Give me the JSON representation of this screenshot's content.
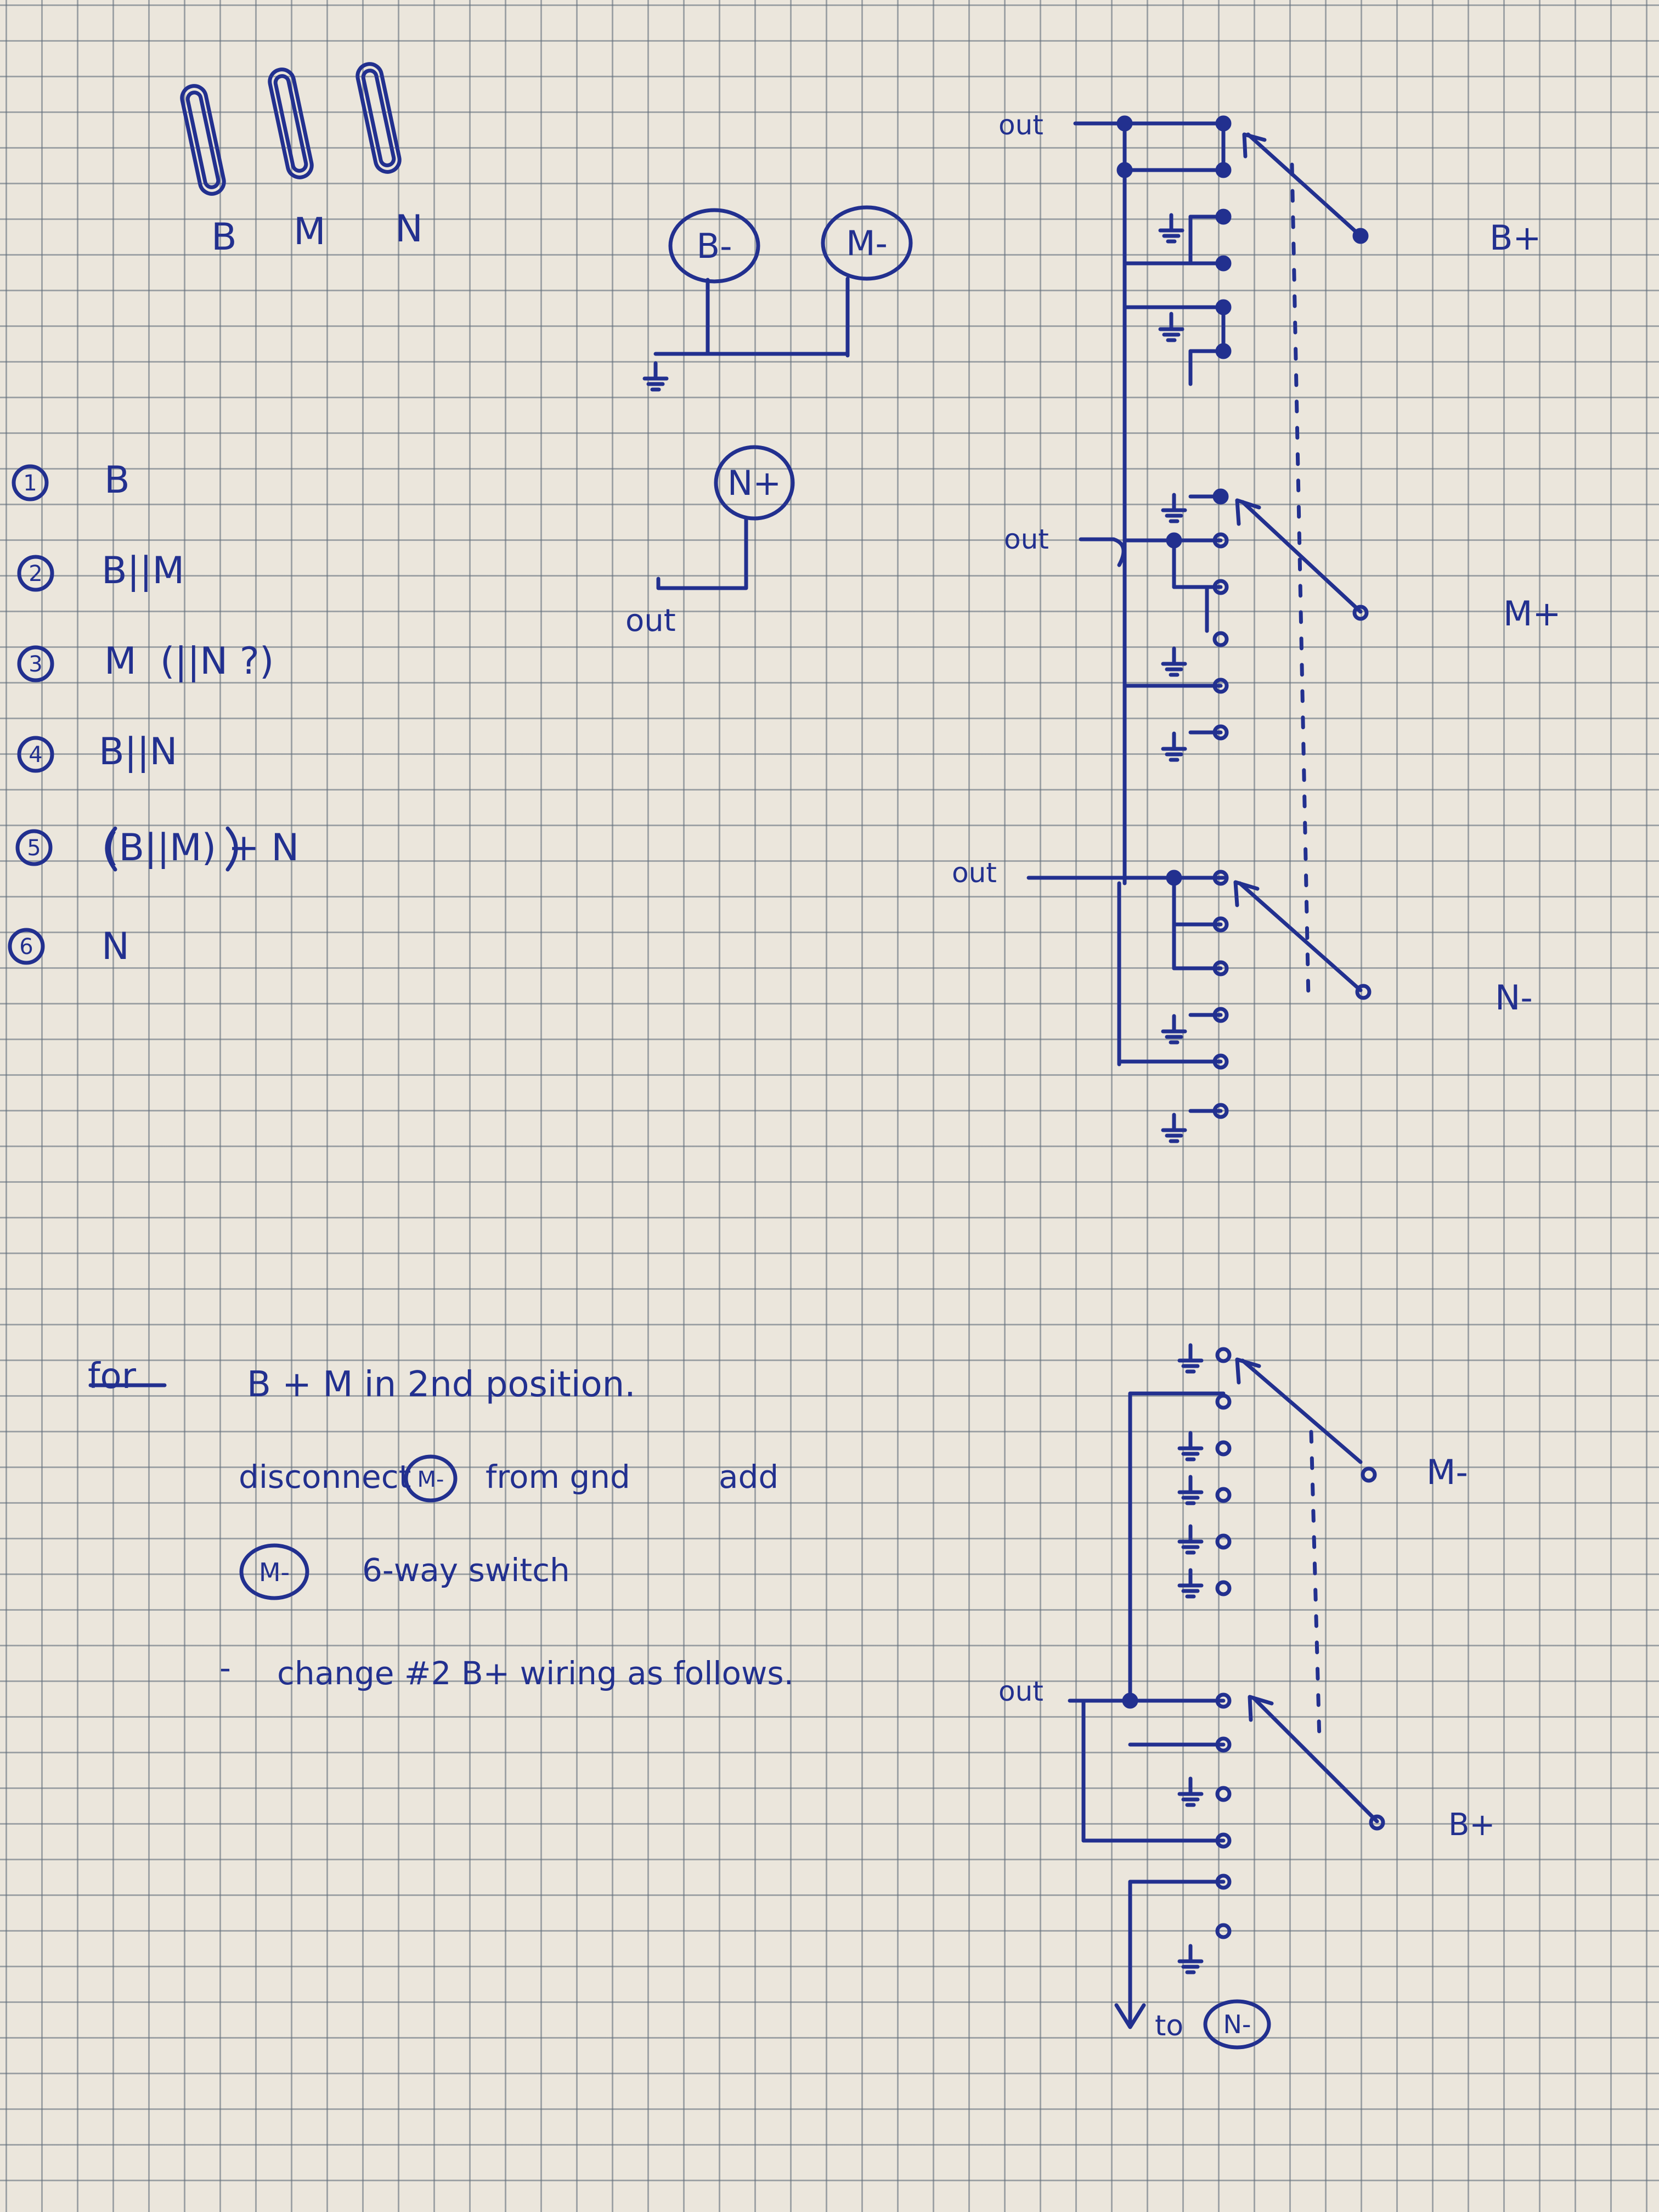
{
  "ink_color": "#22308f",
  "paper_color": "#ebe6dc",
  "grid_color": "#606c7a",
  "pickups": {
    "labels": [
      "B",
      "M",
      "N"
    ]
  },
  "positions": {
    "items": [
      {
        "number": "1",
        "text": "B"
      },
      {
        "number": "2",
        "text": "B||M"
      },
      {
        "number": "3",
        "text": "M  (||N ?)"
      },
      {
        "number": "4",
        "text": "B||N"
      },
      {
        "number": "5",
        "text": "(B||M) + N"
      },
      {
        "number": "6",
        "text": "N"
      }
    ]
  },
  "pickup_wiring": {
    "b_minus": "B-",
    "m_minus": "M-",
    "n_plus": "N+",
    "out": "out"
  },
  "switch_top": {
    "out_1": "out",
    "out_2": "out",
    "out_3": "out",
    "b_plus": "B+",
    "m_plus": "M+",
    "n_minus": "N-"
  },
  "notes": {
    "for": "for",
    "line1": "B + M in 2nd position.",
    "line2_a": "disconnect",
    "line2_circle": "M-",
    "line2_b": "from gnd",
    "line2_c": "add",
    "line3_circle": "M-",
    "line3_text": "6-way switch",
    "line4_dash": "-",
    "line4_text": "change #2 B+ wiring as follows."
  },
  "switch_bottom": {
    "m_minus": "M-",
    "out": "out",
    "b_plus": "B+",
    "to_label": "to",
    "to_circle": "N-"
  }
}
